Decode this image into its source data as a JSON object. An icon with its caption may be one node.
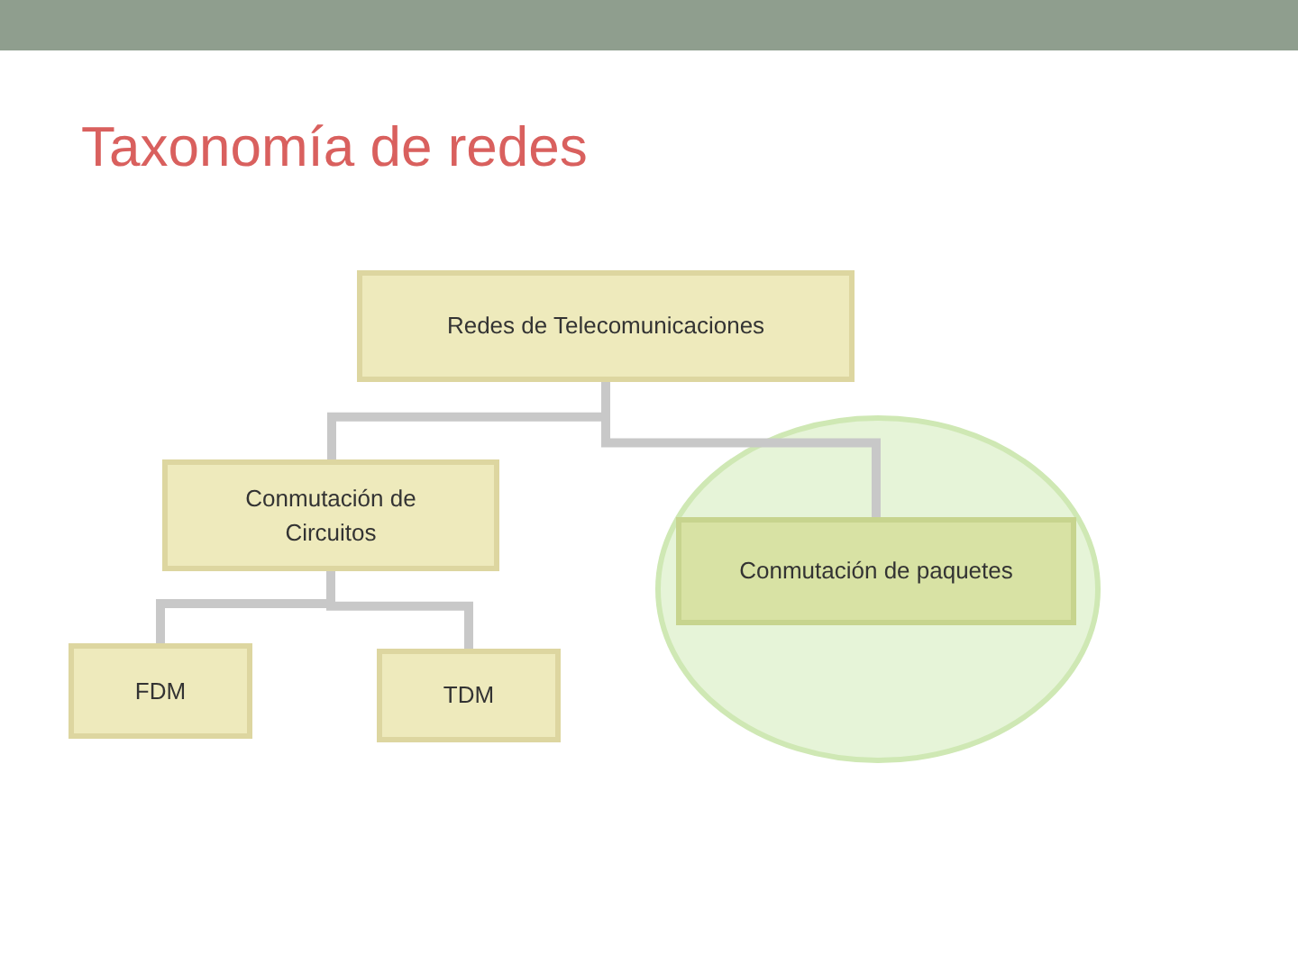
{
  "diagram": {
    "title": "Taxonomía de redes",
    "nodes": [
      {
        "text": [
          "Redes de Telecomunicaciones"
        ]
      },
      {
        "text": [
          "Conmutación de Circuitos"
        ]
      },
      {
        "text": [
          "Conmutación de paquetes"
        ]
      },
      {
        "text": [
          "FDM"
        ]
      },
      {
        "text": [
          "TDM"
        ]
      }
    ],
    "edges": [
      {
        "from": 0,
        "to": 1,
        "arrow": "none"
      },
      {
        "from": 0,
        "to": 2,
        "arrow": "none"
      },
      {
        "from": 1,
        "to": 3,
        "arrow": "none"
      },
      {
        "from": 1,
        "to": 4,
        "arrow": "none"
      }
    ]
  }
}
